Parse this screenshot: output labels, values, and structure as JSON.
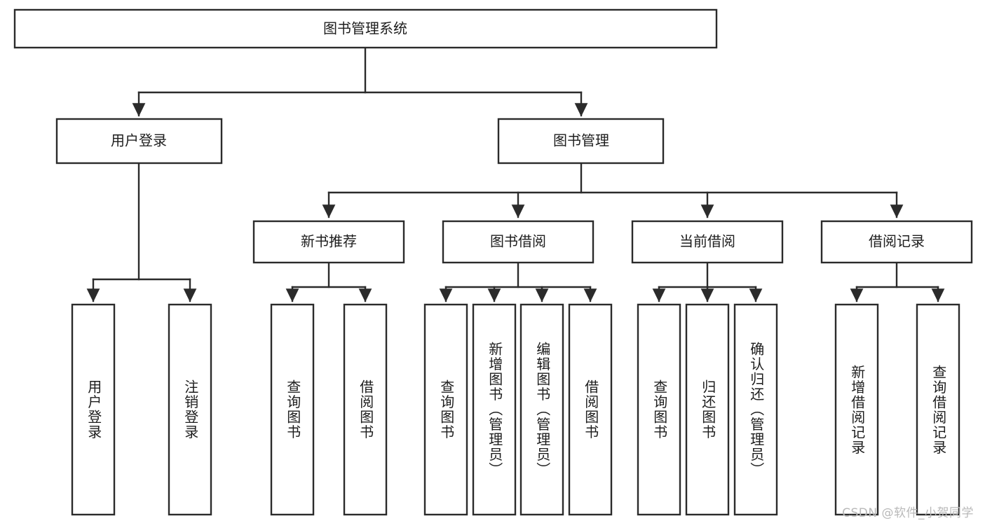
{
  "diagram": {
    "type": "tree-hierarchy",
    "title": "图书管理系统",
    "watermark": "CSDN @软件_小贺同学",
    "colors": {
      "stroke": "#2b2b2b",
      "fill": "#ffffff",
      "text": "#1d1d1d",
      "watermark": "#b9b9b9",
      "background": "#ffffff"
    },
    "root": {
      "label": "图书管理系统"
    },
    "level2": [
      {
        "label": "用户登录"
      },
      {
        "label": "图书管理"
      }
    ],
    "level3": [
      {
        "label": "新书推荐"
      },
      {
        "label": "图书借阅"
      },
      {
        "label": "当前借阅"
      },
      {
        "label": "借阅记录"
      }
    ],
    "leaves": {
      "user_login": [
        {
          "label": "用户登录"
        },
        {
          "label": "注销登录"
        }
      ],
      "new_book_recommend": [
        {
          "label": "查询图书"
        },
        {
          "label": "借阅图书"
        }
      ],
      "book_borrow": [
        {
          "label": "查询图书"
        },
        {
          "label": "新增图书（管理员）"
        },
        {
          "label": "编辑图书（管理员）"
        },
        {
          "label": "借阅图书"
        }
      ],
      "current_borrow": [
        {
          "label": "查询图书"
        },
        {
          "label": "归还图书"
        },
        {
          "label": "确认归还（管理员）"
        }
      ],
      "borrow_record": [
        {
          "label": "新增借阅记录"
        },
        {
          "label": "查询借阅记录"
        }
      ]
    }
  }
}
